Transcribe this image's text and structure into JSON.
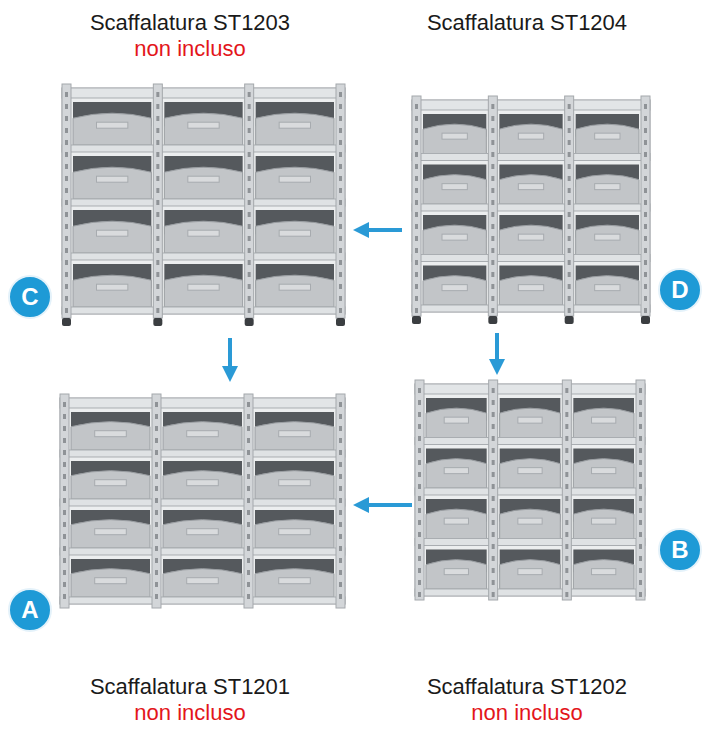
{
  "diagram": {
    "nodes": [
      {
        "text": [
          "Scaffalatura ST1203",
          "non incluso"
        ]
      },
      {
        "text": [
          "C"
        ],
        "in": 0
      },
      {
        "text": [
          "Scaffalatura ST1204"
        ]
      },
      {
        "text": [
          "D"
        ],
        "in": 2
      },
      {
        "text": [
          "Scaffalatura ST1201",
          "non incluso"
        ]
      },
      {
        "text": [
          "A"
        ],
        "in": 4
      },
      {
        "text": [
          "Scaffalatura ST1202",
          "non incluso"
        ]
      },
      {
        "text": [
          "B"
        ],
        "in": 6
      }
    ],
    "edges": [
      {
        "from": 2,
        "to": 0,
        "arrow": "to"
      },
      {
        "from": 0,
        "to": 4,
        "arrow": "to"
      },
      {
        "from": 2,
        "to": 6,
        "arrow": "to"
      },
      {
        "from": 6,
        "to": 4,
        "arrow": "to"
      }
    ]
  }
}
